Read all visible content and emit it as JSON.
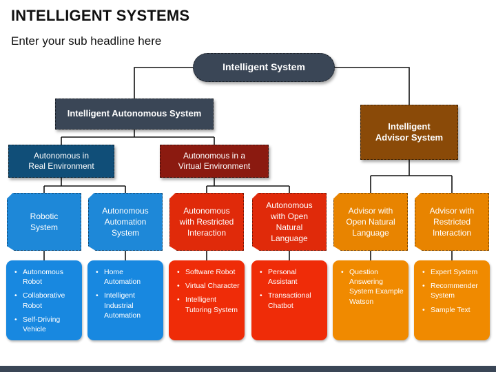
{
  "title": "INTELLIGENT SYSTEMS",
  "subtitle": "Enter your sub headline here",
  "root": "Intelligent System",
  "autonomous": {
    "label": "Intelligent Autonomous System",
    "real_env": "Autonomous in\nReal Environment",
    "virtual_env": "Autonomous in a\nVirtual Environment"
  },
  "advisor": {
    "label": "Intelligent\nAdvisor System"
  },
  "leaves": [
    {
      "label": "Robotic\nSystem",
      "items": [
        "Autonomous Robot",
        "Collaborative Robot",
        "Self-Driving Vehicle"
      ]
    },
    {
      "label": "Autonomous\nAutomation\nSystem",
      "items": [
        "Home Automation",
        "Intelligent Industrial Automation"
      ]
    },
    {
      "label": "Autonomous\nwith Restricted\nInteraction",
      "items": [
        "Software Robot",
        "Virtual Character",
        "Intelligent Tutoring System"
      ]
    },
    {
      "label": "Autonomous\nwith Open\nNatural\nLanguage",
      "items": [
        "Personal Assistant",
        "Transactional Chatbot"
      ]
    },
    {
      "label": "Advisor with\nOpen Natural\nLanguage",
      "items": [
        "Question Answering System Example Watson"
      ]
    },
    {
      "label": "Advisor with\nRestricted\nInteraction",
      "items": [
        "Expert System",
        "Recommender System",
        "Sample Text"
      ]
    }
  ]
}
